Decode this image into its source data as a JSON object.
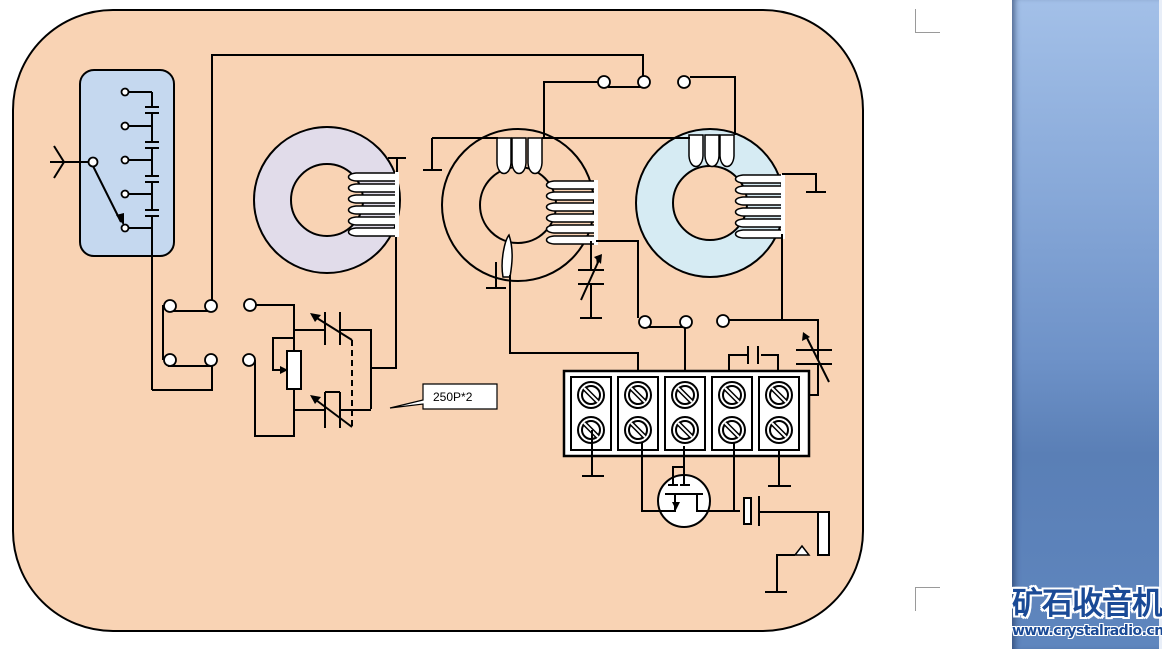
{
  "diagram": {
    "title": "Crystal radio schematic",
    "board_color": "#f9d3b4",
    "selector_panel_color": "#c5d8ef",
    "toroid_colors": {
      "left": "#e1dcea",
      "middle": "#f9d3b4",
      "right": "#d6ebf3"
    },
    "callout": {
      "label": "250P*2"
    },
    "terminal_block": {
      "columns": 5,
      "rows": 2
    },
    "components": [
      {
        "name": "antenna",
        "type": "antenna"
      },
      {
        "name": "antenna-selector",
        "type": "rotary switch with 4 series capacitors",
        "positions": 5
      },
      {
        "name": "toroid-left",
        "type": "toroid coil"
      },
      {
        "name": "toroid-middle",
        "type": "toroid coil with taps"
      },
      {
        "name": "toroid-right",
        "type": "toroid coil"
      },
      {
        "name": "dual-variable-capacitor",
        "type": "ganged variable capacitor",
        "value": "250P*2"
      },
      {
        "name": "potentiometer",
        "type": "variable resistor"
      },
      {
        "name": "trimmer-capacitor-middle",
        "type": "variable capacitor"
      },
      {
        "name": "trimmer-capacitor-right",
        "type": "variable capacitor"
      },
      {
        "name": "fixed-capacitor",
        "type": "capacitor"
      },
      {
        "name": "mosfet",
        "type": "dual-gate MOSFET"
      },
      {
        "name": "electrolytic-capacitor",
        "type": "polarized capacitor"
      },
      {
        "name": "earphone-jack",
        "type": "jack"
      }
    ]
  },
  "sidebar": {
    "logo_cn": "矿石收音机",
    "logo_url": "www.crystalradio.cn",
    "color_top": "#a3c0e8",
    "color_bottom": "#5a7fb6"
  }
}
